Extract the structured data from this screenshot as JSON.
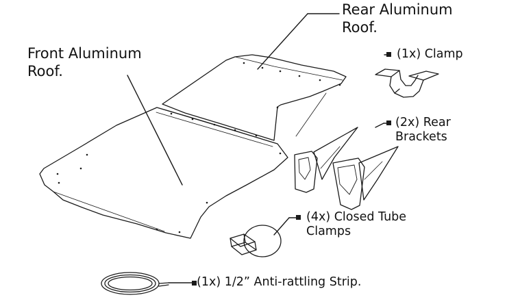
{
  "labels": {
    "rear_roof": {
      "line1": "Rear Aluminum",
      "line2": "Roof."
    },
    "front_roof": {
      "line1": "Front Aluminum",
      "line2": "Roof."
    },
    "clamp": {
      "line1": "(1x) Clamp"
    },
    "rear_brackets": {
      "line1": "(2x) Rear",
      "line2": "Brackets"
    },
    "tube_clamps": {
      "line1": "(4x) Closed Tube",
      "line2": "Clamps"
    },
    "strip": {
      "line1": "(1x) 1/2” Anti-rattling Strip."
    }
  },
  "colors": {
    "line": "#1a1a1a",
    "text": "#111111",
    "background": "#ffffff"
  }
}
